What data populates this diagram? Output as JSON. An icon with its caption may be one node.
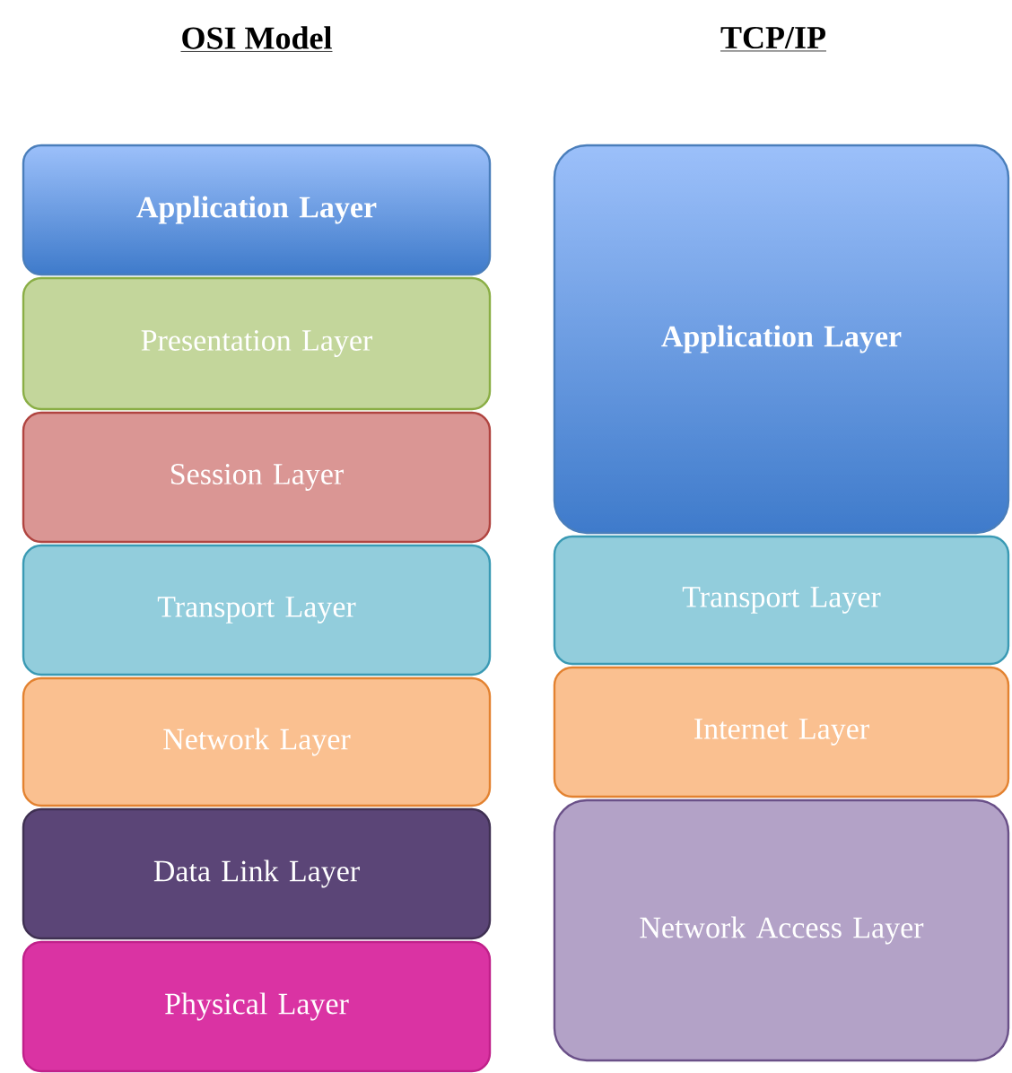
{
  "diagram": {
    "nodes": [
      {
        "text": [
          "Application Layer"
        ]
      },
      {
        "text": [
          "Presentation Layer"
        ]
      },
      {
        "text": [
          "Session Layer"
        ]
      },
      {
        "text": [
          "Transport Layer"
        ]
      },
      {
        "text": [
          "Network Layer"
        ]
      },
      {
        "text": [
          "Data Link Layer"
        ]
      },
      {
        "text": [
          "Physical Layer"
        ]
      },
      {
        "text": [
          "Application Layer"
        ]
      },
      {
        "text": [
          "Transport Layer"
        ]
      },
      {
        "text": [
          "Internet Layer"
        ]
      },
      {
        "text": [
          "Network Access Layer"
        ]
      }
    ],
    "labels": [
      "OSI Model",
      "TCP/IP"
    ]
  }
}
